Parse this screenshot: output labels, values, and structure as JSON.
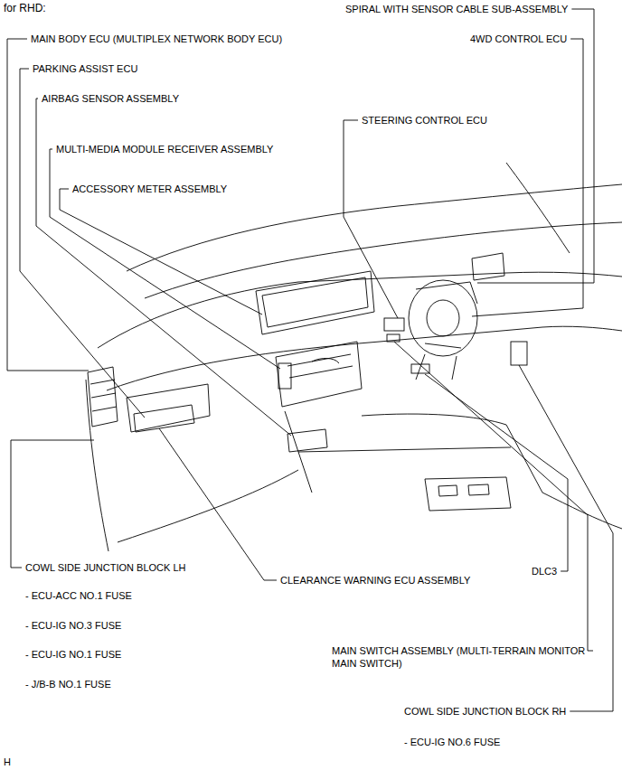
{
  "diagram": {
    "title": "for RHD:",
    "labels": [
      "SPIRAL WITH SENSOR CABLE SUB-ASSEMBLY",
      "MAIN BODY ECU (MULTIPLEX NETWORK BODY ECU)",
      "4WD CONTROL ECU",
      "PARKING ASSIST ECU",
      "AIRBAG SENSOR ASSEMBLY",
      "STEERING CONTROL ECU",
      "MULTI-MEDIA MODULE RECEIVER ASSEMBLY",
      "ACCESSORY METER ASSEMBLY",
      "COWL SIDE JUNCTION BLOCK LH",
      "CLEARANCE WARNING ECU ASSEMBLY",
      "DLC3",
      "- ECU-ACC NO.1 FUSE",
      "- ECU-IG NO.3 FUSE",
      "- ECU-IG NO.1 FUSE",
      "- J/B-B NO.1 FUSE",
      "MAIN SWITCH ASSEMBLY (MULTI-TERRAIN MONITOR MAIN SWITCH)",
      "COWL SIDE JUNCTION BLOCK RH",
      "- ECU-IG NO.6 FUSE",
      "H"
    ]
  }
}
